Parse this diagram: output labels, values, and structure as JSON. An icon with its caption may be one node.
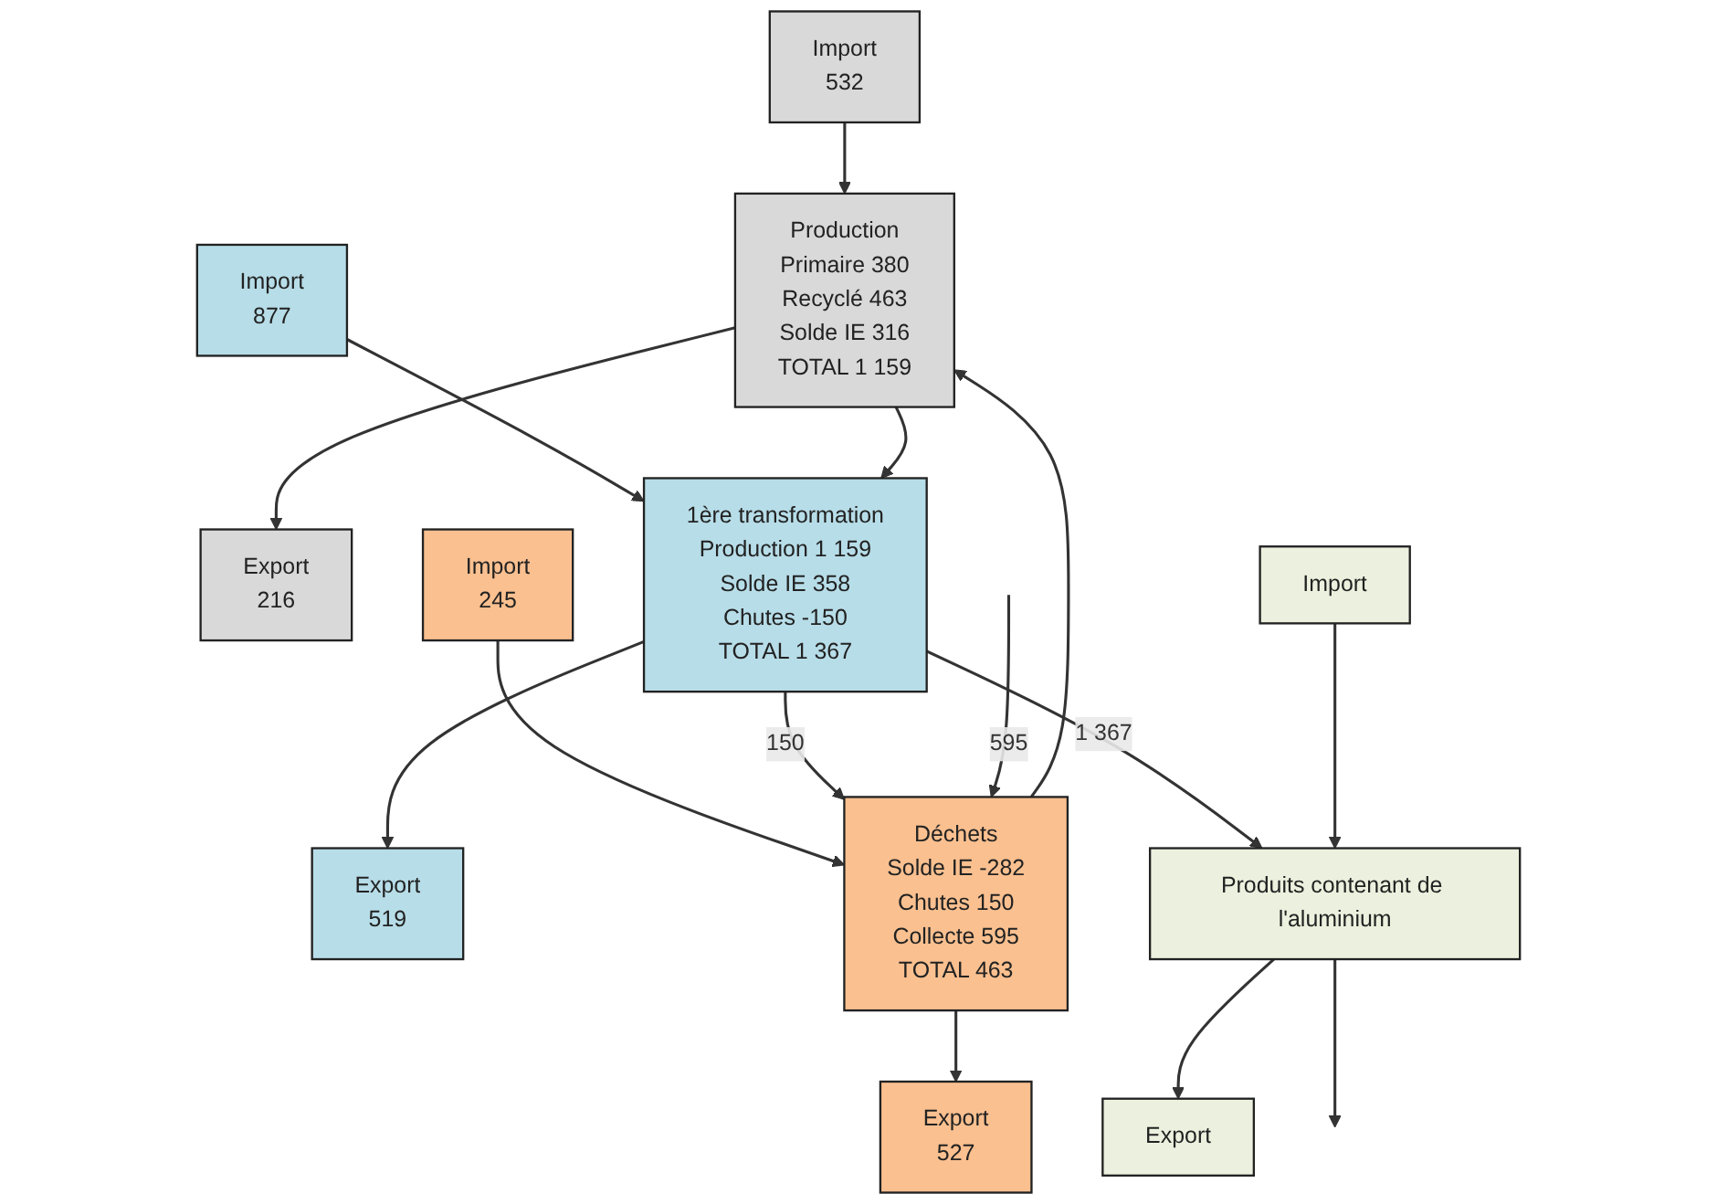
{
  "diagram": {
    "nodes": [
      {
        "text": [
          "Import",
          "532"
        ]
      },
      {
        "text": [
          "Export",
          "216"
        ]
      },
      {
        "text": [
          "Production",
          "Primaire 380",
          "Recyclé 463",
          "Solde IE 316",
          "TOTAL 1 159"
        ]
      },
      {
        "text": [
          "Import",
          "877"
        ]
      },
      {
        "text": [
          "Export",
          "519"
        ]
      },
      {
        "text": [
          "1ère transformation",
          "Production 1 159",
          "Solde IE 358",
          "Chutes -150",
          "TOTAL 1 367"
        ]
      },
      {
        "text": [
          "Déchets",
          "Solde IE -282",
          "Chutes 150",
          "Collecte 595",
          "TOTAL 463"
        ]
      },
      {
        "text": [
          "Import",
          "245"
        ]
      },
      {
        "text": [
          "Export",
          "527"
        ]
      },
      {
        "text": [
          "Produits contenant de l'aluminium"
        ]
      },
      {
        "text": [
          "Import"
        ]
      },
      {
        "text": [
          "Export"
        ]
      }
    ],
    "edges": [
      {
        "from": 0,
        "to": 2,
        "arrow": "to"
      },
      {
        "from": 2,
        "to": 1,
        "arrow": "to"
      },
      {
        "from": 3,
        "to": 5,
        "arrow": "to"
      },
      {
        "from": 5,
        "to": 4,
        "arrow": "to"
      },
      {
        "from": 2,
        "to": 5,
        "arrow": "to"
      },
      {
        "from": 6,
        "to": 2,
        "arrow": "to"
      },
      {
        "from": 7,
        "to": 6,
        "arrow": "to"
      },
      {
        "from": 6,
        "to": 8,
        "arrow": "to"
      },
      {
        "from": 5,
        "to": 6,
        "label": "150",
        "arrow": "to"
      },
      {
        "from": 5,
        "to": 9,
        "label": "1 367",
        "arrow": "to"
      },
      {
        "from": 10,
        "to": 9,
        "arrow": "to"
      },
      {
        "from": 9,
        "to": 11,
        "arrow": "to"
      },
      {
        "from": 9,
        "to": null,
        "arrow": "to"
      },
      {
        "from": null,
        "to": 6,
        "label": "595",
        "arrow": "to"
      }
    ]
  }
}
